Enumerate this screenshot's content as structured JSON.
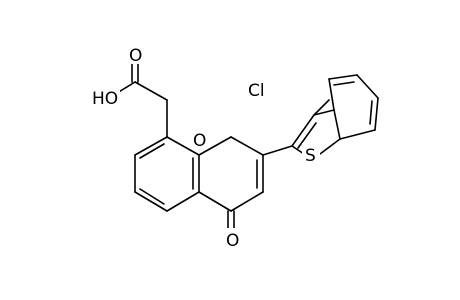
{
  "molecule": {
    "labels": {
      "hydroxyl": "HO",
      "carbonyl_acid_oxygen": "O",
      "ring_oxygen": "O",
      "ketone_oxygen": "O",
      "chlorine": "Cl",
      "sulfur": "S"
    }
  }
}
